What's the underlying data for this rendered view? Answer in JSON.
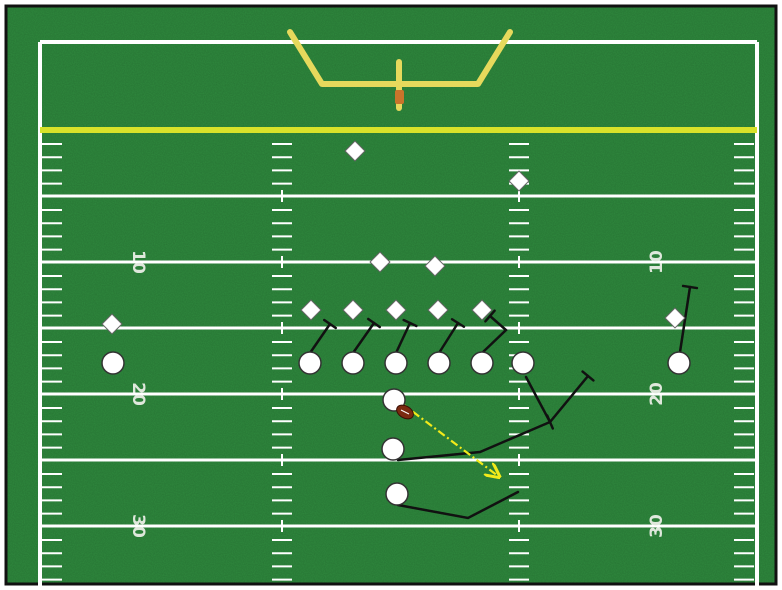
{
  "colors": {
    "field_grass": "#2f8a3e",
    "field_grass_dark": "#287a35",
    "frame": "#111111",
    "line_white": "#ffffff",
    "goal_line": "#d8e22a",
    "goalpost": "#e6d95c",
    "goalpost_base": "#c8742b",
    "route": "#111111",
    "pass_arrow": "#f2ea1a",
    "ball": "#7b2a10",
    "number_text": "#dfe8dc"
  },
  "yard_numbers": {
    "left": [
      "10",
      "20",
      "30"
    ],
    "right": [
      "10",
      "20",
      "30"
    ]
  },
  "icons": {
    "offense": "circle",
    "defense": "diamond",
    "ball": "football-icon",
    "goalpost": "goalpost-icon"
  }
}
